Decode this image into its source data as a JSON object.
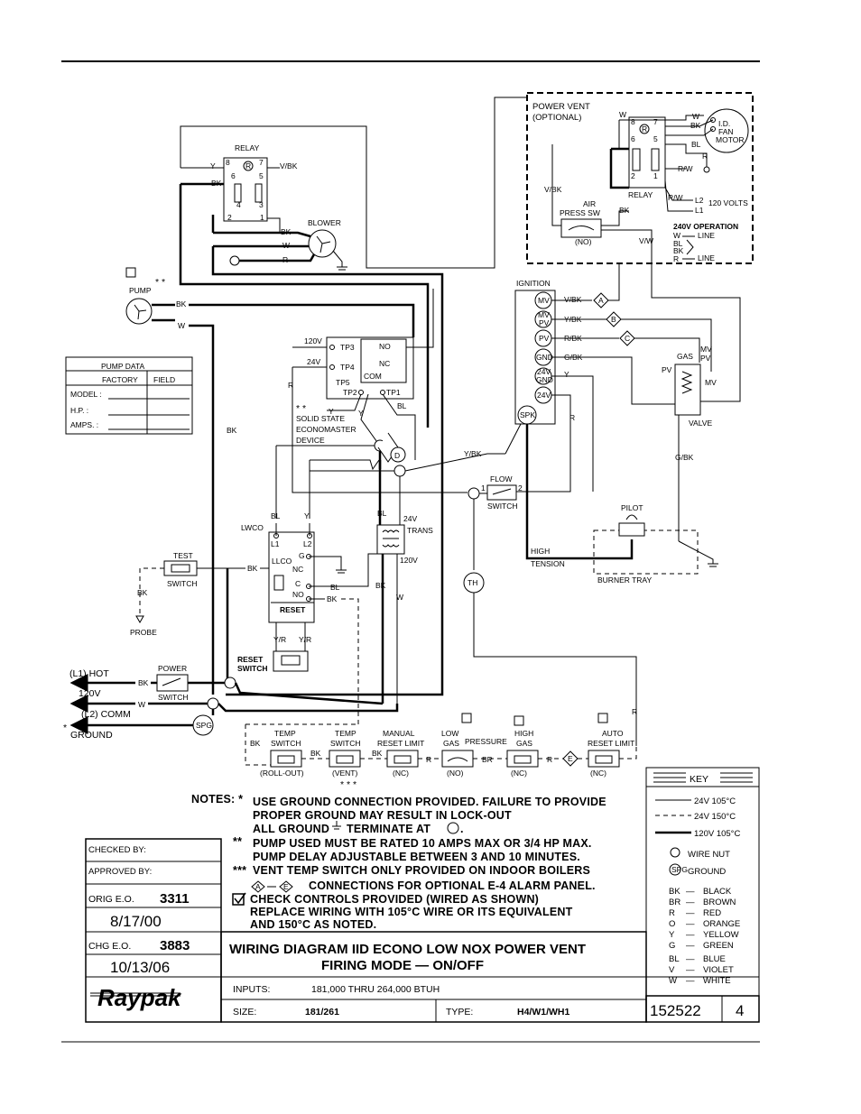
{
  "components": {
    "power_vent": {
      "title1": "POWER VENT",
      "title2": "(OPTIONAL)",
      "motor": "I.D.",
      "motor2": "FAN",
      "motor3": "MOTOR",
      "relay": "RELAY",
      "volts": "120 VOLTS",
      "l2": "L2",
      "l1": "L1",
      "op_title": "240V OPERATION",
      "op_w": "W",
      "op_bl": "BL",
      "op_bk": "BK",
      "op_r": "R",
      "op_line": "LINE",
      "airsw1": "AIR",
      "airsw2": "PRESS SW",
      "no": "(NO)"
    },
    "relay": {
      "title": "RELAY",
      "t8": "8",
      "t7": "7",
      "t6": "6",
      "t5": "5",
      "t4": "4",
      "t3": "3",
      "t2": "2",
      "t1": "1",
      "r": "R"
    },
    "blower": {
      "title": "BLOWER"
    },
    "pump": {
      "title": "PUMP",
      "stars": "* *"
    },
    "pump_data": {
      "title": "PUMP DATA",
      "col1": "FACTORY",
      "col2": "FIELD",
      "row1": "MODEL :",
      "row2": "H.P. :",
      "row3": "AMPS. :"
    },
    "econo": {
      "v120": "120V",
      "v24": "24V",
      "tp3": "TP3",
      "tp4": "TP4",
      "tp5": "TP5",
      "tp2": "TP2",
      "tp1": "TP1",
      "no": "NO",
      "nc": "NC",
      "com": "COM",
      "star": "* *",
      "l1": "SOLID STATE",
      "l2": "ECONOMASTER",
      "l3": "DEVICE"
    },
    "ignition": {
      "title": "IGNITION",
      "mv": "MV",
      "mvpv1": "MV",
      "mvpv2": "PV",
      "pv": "PV",
      "gnd": "GND",
      "v24gnd1": "24V",
      "v24gnd2": "GND",
      "v24": "24V",
      "spk": "SPK",
      "high": "HIGH",
      "tension": "TENSION"
    },
    "gas_valve": {
      "gas": "GAS",
      "mv": "MV",
      "pv": "PV",
      "mvpv1": "MV",
      "mvpv2": "PV",
      "valve": "VALVE"
    },
    "pilot": {
      "title": "PILOT",
      "tray": "BURNER TRAY"
    },
    "flow": {
      "title": "FLOW",
      "sub": "SWITCH",
      "n1": "1",
      "n2": "2"
    },
    "lwco": {
      "title": "LWCO",
      "llco": "LLCO",
      "l1": "L1",
      "l2": "L2",
      "g": "G",
      "nc": "NC",
      "c": "C",
      "no": "NO",
      "reset": "RESET",
      "reset_sw1": "RESET",
      "reset_sw2": "SWITCH"
    },
    "trans": {
      "v24": "24V",
      "trans": "TRANS",
      "v120": "120V"
    },
    "test": {
      "title": "TEST",
      "sub": "SWITCH",
      "probe": "PROBE"
    },
    "power": {
      "title": "POWER",
      "sub": "SWITCH",
      "l1": "(L1) HOT",
      "v120": "120V",
      "l2": "(L2) COMM",
      "ground": "GROUND",
      "star": "*"
    },
    "th": "TH",
    "spg": "SPG",
    "bottom_switches": [
      {
        "l1": "TEMP",
        "l2": "SWITCH",
        "sub": "(ROLL-OUT)"
      },
      {
        "l1": "TEMP",
        "l2": "SWITCH",
        "sub": "(VENT)"
      },
      {
        "l1": "MANUAL",
        "l2": "RESET LIMIT",
        "sub": "(NC)"
      },
      {
        "l1": "LOW",
        "l2": "GAS",
        "sub": "(NO)"
      },
      {
        "l1": "HIGH",
        "l2": "GAS",
        "sub": "(NC)"
      },
      {
        "l1": "AUTO",
        "l2": "RESET LIMIT",
        "sub": "(NC)"
      }
    ],
    "pressure": "PRESSURE",
    "vent_stars": "* * *"
  },
  "wire_labels": {
    "bk": "BK",
    "w": "W",
    "r": "R",
    "y": "Y",
    "bl": "BL",
    "vbk": "V/BK",
    "ybk": "Y/BK",
    "rbk": "R/BK",
    "gbk": "G/BK",
    "vw": "V/W",
    "yr": "Y/R",
    "rw": "R/W",
    "br": "BR"
  },
  "circles": {
    "a": "A",
    "b": "B",
    "c": "C",
    "d": "D",
    "e": "E"
  },
  "notes": {
    "label": "NOTES: *",
    "n1a": "USE GROUND CONNECTION PROVIDED. FAILURE TO PROVIDE",
    "n1b": "PROPER GROUND MAY RESULT IN LOCK-OUT",
    "n1c": "ALL GROUND",
    "n1d": "TERMINATE AT",
    "n2mark": "**",
    "n2a": "PUMP USED MUST BE RATED 10 AMPS MAX OR 3/4 HP MAX.",
    "n2b": "PUMP DELAY ADJUSTABLE BETWEEN 3 AND 10 MINUTES.",
    "n3mark": "***",
    "n3": "VENT TEMP SWITCH ONLY PROVIDED ON INDOOR BOILERS",
    "n4": "CONNECTIONS FOR OPTIONAL E-4 ALARM PANEL.",
    "n5a": "CHECK CONTROLS PROVIDED (WIRED AS SHOWN)",
    "n5b": "REPLACE WIRING WITH 105°C WIRE OR ITS EQUIVALENT",
    "n5c": "AND 150°C AS NOTED."
  },
  "key": {
    "title": "KEY",
    "l1": "24V 105°C",
    "l2": "24V 150°C",
    "l3": "120V 105°C",
    "wirenut": "WIRE NUT",
    "ground": "GROUND",
    "colors": [
      [
        "BK",
        "BLACK"
      ],
      [
        "BR",
        "BROWN"
      ],
      [
        "R",
        "RED"
      ],
      [
        "O",
        "ORANGE"
      ],
      [
        "Y",
        "YELLOW"
      ],
      [
        "G",
        "GREEN"
      ],
      [
        "BL",
        "BLUE"
      ],
      [
        "V",
        "VIOLET"
      ],
      [
        "W",
        "WHITE"
      ]
    ]
  },
  "title_block": {
    "checked": "CHECKED BY:",
    "approved": "APPROVED BY:",
    "orig_label": "ORIG E.O.",
    "orig_no": "3311",
    "orig_date": "8/17/00",
    "chg_label": "CHG E.O.",
    "chg_no": "3883",
    "chg_date": "10/13/06",
    "logo": "Raypak",
    "title1": "WIRING DIAGRAM IID ECONO LOW NOX POWER VENT",
    "title2": "FIRING MODE — ON/OFF",
    "inputs_label": "INPUTS:",
    "inputs_value": "181,000  THRU  264,000  BTUH",
    "size_label": "SIZE:",
    "size_value": "181/261",
    "type_label": "TYPE:",
    "type_value": "H4/W1/WH1",
    "drawing_no": "152522",
    "rev": "4"
  }
}
